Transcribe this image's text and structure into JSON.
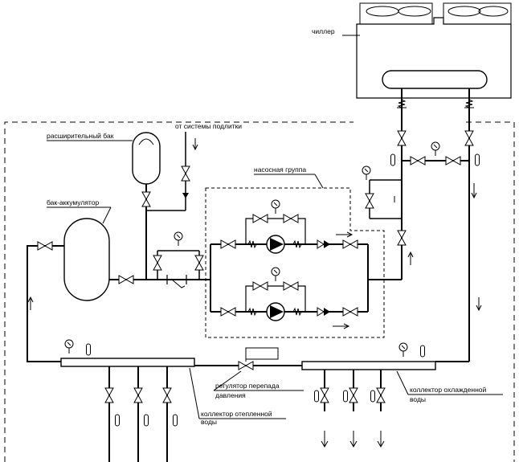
{
  "labels": {
    "chiller": "чиллер",
    "expansion_tank": "расширительный бак",
    "makeup": "от системы подлитки",
    "pump_group": "насосная группа",
    "buffer_tank": "бак-аккумулятор",
    "pressure_regulator_1": "регулятор перепада",
    "pressure_regulator_2": "давления",
    "warm_collector_1": "коллектор отепленной",
    "warm_collector_2": "воды",
    "cold_collector_1": "коллектор охлажденной",
    "cold_collector_2": "воды"
  },
  "colors": {
    "ink": "#000000",
    "paper": "#ffffff"
  }
}
